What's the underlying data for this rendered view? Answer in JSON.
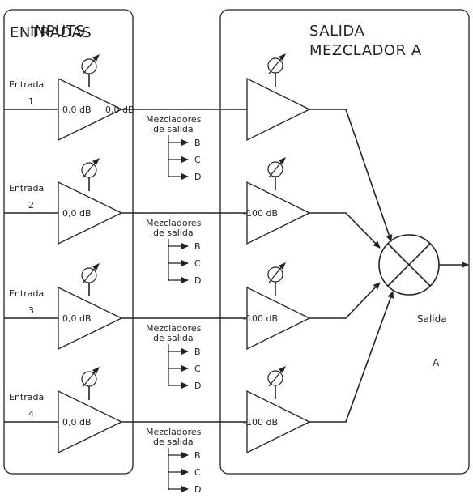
{
  "inputs_panel": {
    "title_overlay": "INPUTS",
    "title": "ENTRADAS"
  },
  "output_panel": {
    "title_line1": "SALIDA",
    "title_line2": "MEZCLADOR A"
  },
  "channels": [
    {
      "label_line1": "Entrada",
      "label_line2": "1",
      "input_gain": "0,0 dB",
      "send_gain": "0,0 dB",
      "mixers_line1": "Mezcladores",
      "mixers_line2": "de salida",
      "destinations": [
        "B",
        "C",
        "D"
      ]
    },
    {
      "label_line1": "Entrada",
      "label_line2": "2",
      "input_gain": "0,0 dB",
      "send_gain": "-100 dB",
      "mixers_line1": "Mezcladores",
      "mixers_line2": "de salida",
      "destinations": [
        "B",
        "C",
        "D"
      ]
    },
    {
      "label_line1": "Entrada",
      "label_line2": "3",
      "input_gain": "0,0 dB",
      "send_gain": "-100 dB",
      "mixers_line1": "Mezcladores",
      "mixers_line2": "de salida",
      "destinations": [
        "B",
        "C",
        "D"
      ]
    },
    {
      "label_line1": "Entrada",
      "label_line2": "4",
      "input_gain": "0,0 dB",
      "send_gain": "-100 dB",
      "mixers_line1": "Mezcladores",
      "mixers_line2": "de salida",
      "destinations": [
        "B",
        "C",
        "D"
      ]
    }
  ],
  "output": {
    "label_line1": "Salida",
    "label_line2": "A"
  }
}
